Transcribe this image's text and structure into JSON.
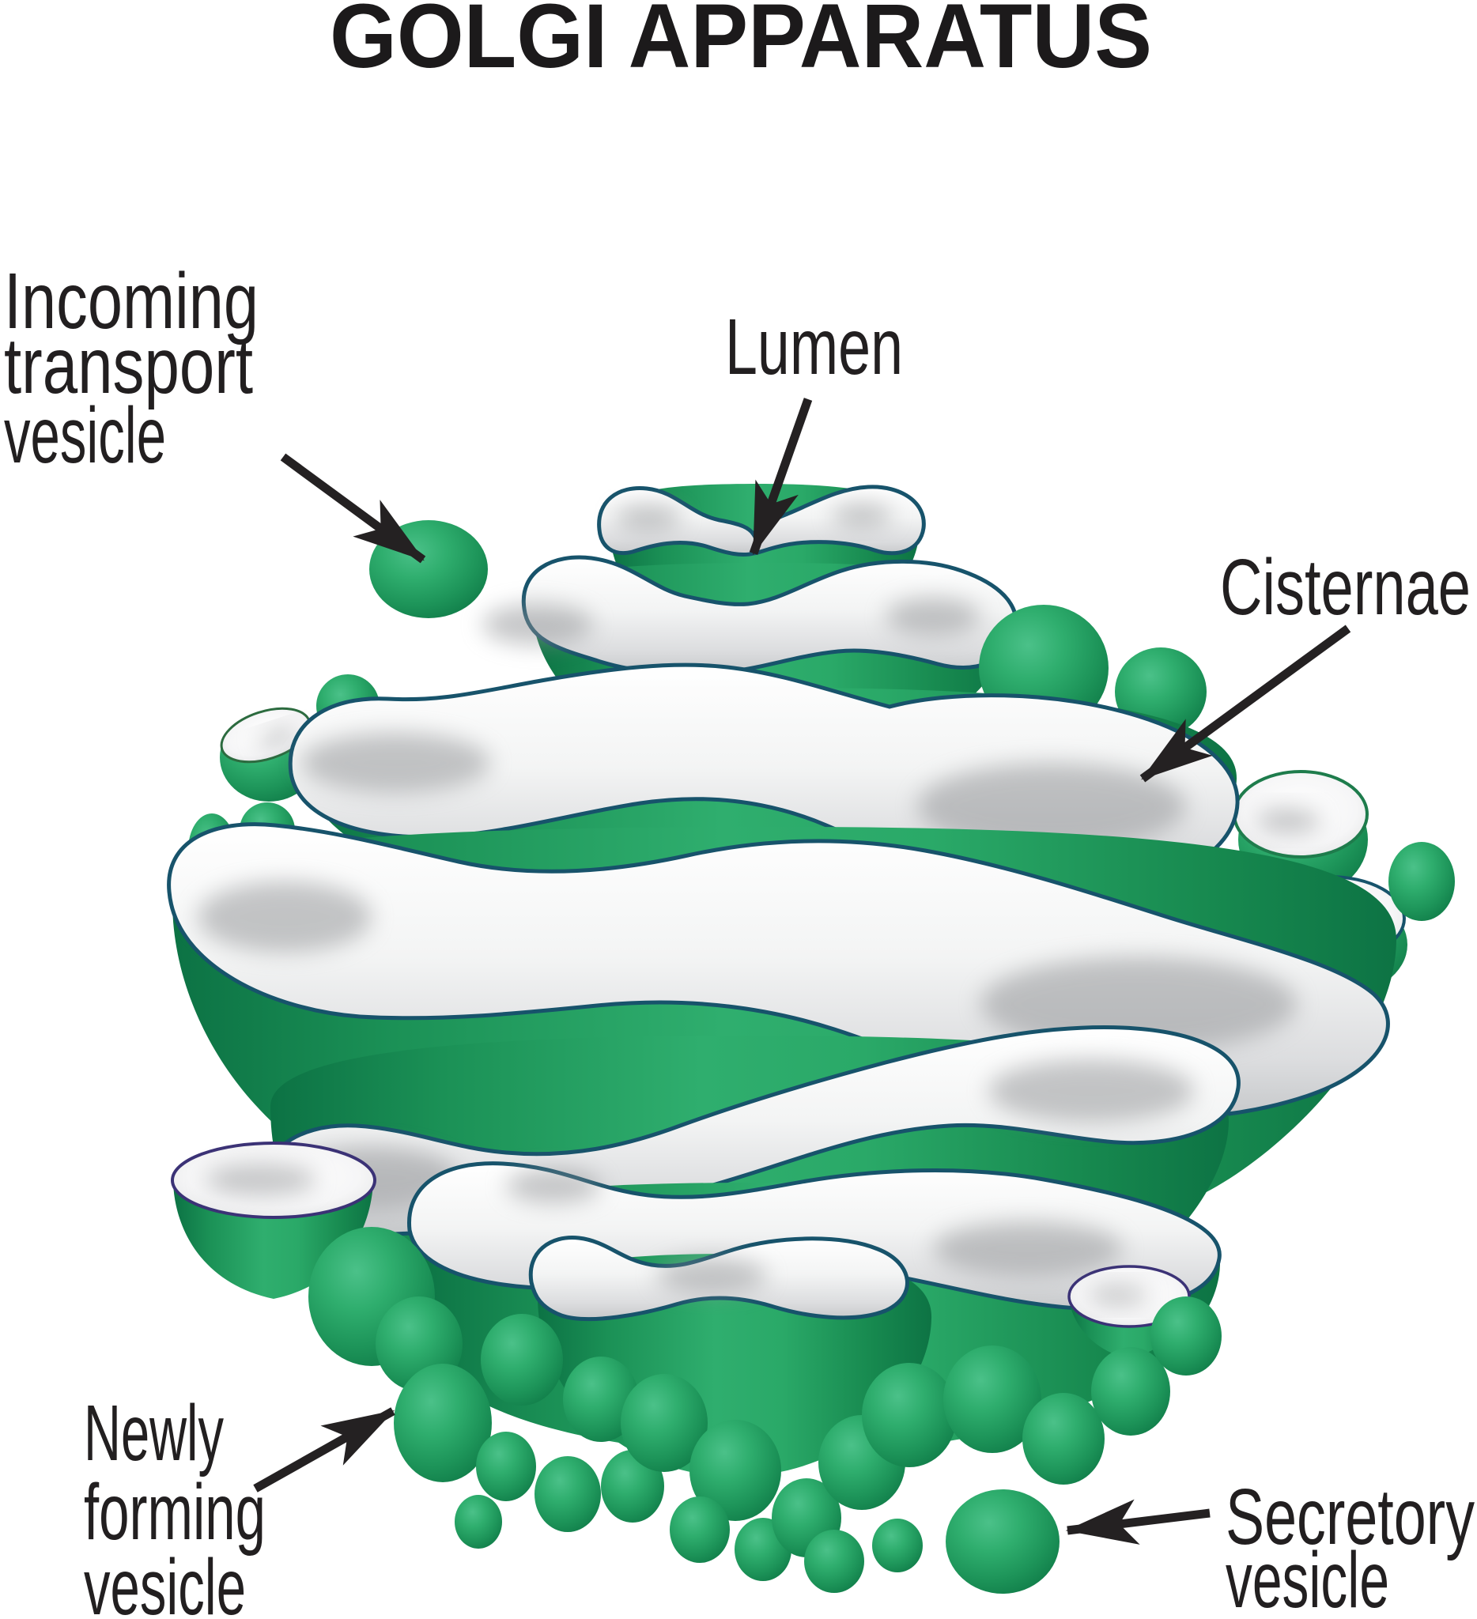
{
  "title": {
    "text": "GOLGI APPARATUS"
  },
  "labels": {
    "incoming_transport_vesicle": {
      "lines": [
        "Incoming",
        "transport",
        "vesicle"
      ]
    },
    "lumen": {
      "text": "Lumen"
    },
    "cisternae": {
      "text": "Cisternae"
    },
    "newly_forming_vesicle": {
      "lines": [
        "Newly",
        "forming",
        "vesicle"
      ]
    },
    "secretory_vesicle": {
      "lines": [
        "Secretory",
        "vesicle"
      ]
    }
  },
  "colors": {
    "organelle_green": "#2fae6e",
    "organelle_green_dark": "#0d7344",
    "organelle_green_highlight": "#4bc189",
    "membrane_white": "#ffffff",
    "membrane_gray": "#c6c8ca",
    "outline_teal": "#17536b",
    "outline_purple": "#3b3276",
    "annotation_black": "#221f20",
    "background": "#ffffff"
  }
}
